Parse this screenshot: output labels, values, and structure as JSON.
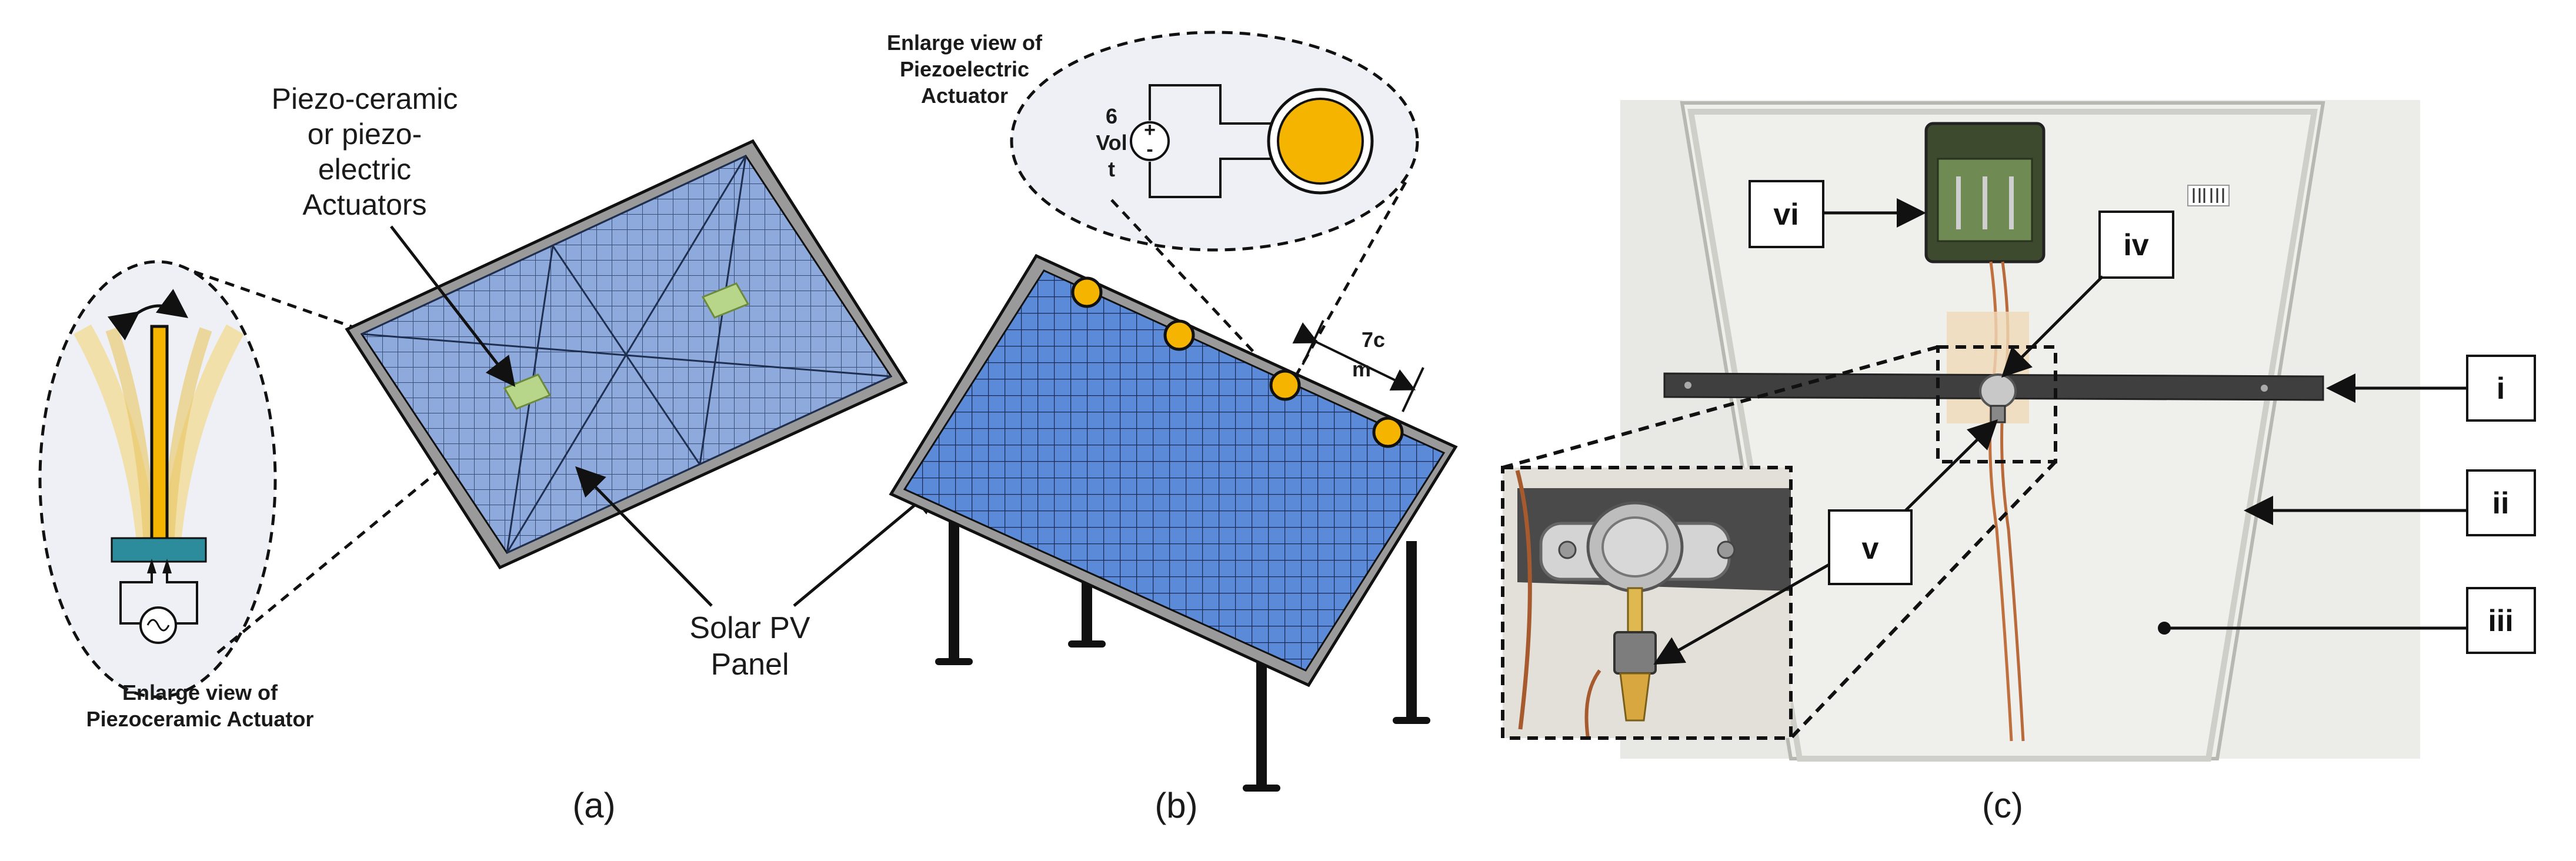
{
  "panel_a": {
    "actuator_label": [
      "Piezo-ceramic",
      "or piezo-",
      "electric",
      "Actuators"
    ],
    "panel_label": [
      "Solar PV",
      "Panel"
    ],
    "enlarge_caption": [
      "Enlarge view of",
      "Piezoceramic Actuator"
    ],
    "caption": "(a)"
  },
  "panel_b": {
    "enlarge_caption": [
      "Enlarge view of",
      "Piezoelectric",
      "Actuator"
    ],
    "voltage_label": [
      "6",
      "Vol",
      "t"
    ],
    "dimension_label": [
      "7c",
      "m"
    ],
    "caption": "(b)"
  },
  "panel_c": {
    "labels": {
      "i": "i",
      "ii": "ii",
      "iii": "iii",
      "iv": "iv",
      "v": "v",
      "vi": "vi"
    },
    "caption": "(c)"
  },
  "colors": {
    "panel_blue": "#5b8bd8",
    "panel_light_blue": "#8eaadc",
    "frame_gray": "#8f8f8f",
    "actuator_orange": "#f5b400",
    "actuator_green": "#b8d68a",
    "bubble_fill": "#eef0f5",
    "base_teal": "#2c8c9c"
  }
}
